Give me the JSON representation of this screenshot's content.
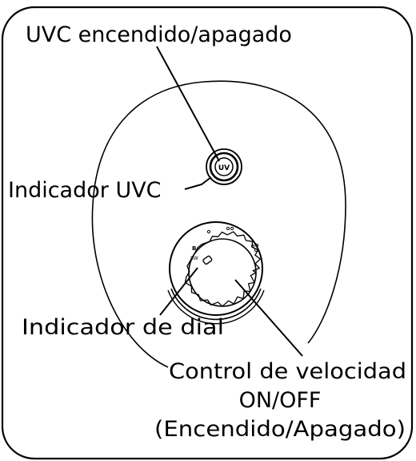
{
  "labels": {
    "uvc_switch": "UVC encendido/apagado",
    "uvc_indicator": "Indicador UVC",
    "dial_indicator": "Indicador de dial",
    "speed_line1": "Control de velocidad",
    "speed_line2": "ON/OFF",
    "speed_line3": "(Encendido/Apagado)"
  },
  "button_text": "UV",
  "dial_marks": {
    "left": "B",
    "bottom_left": "SW"
  },
  "colors": {
    "line": "#000000",
    "background": "#ffffff"
  }
}
